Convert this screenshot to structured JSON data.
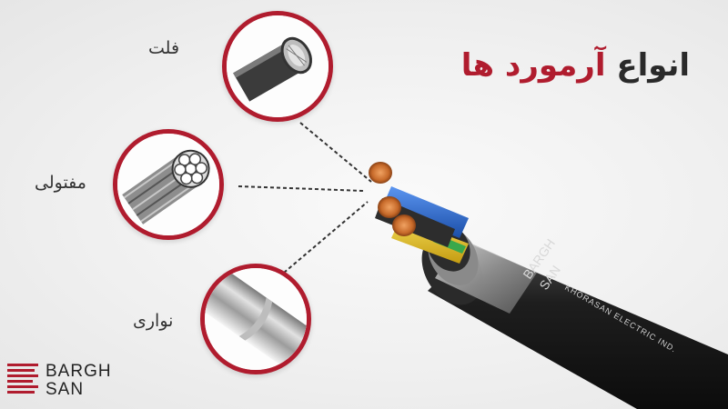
{
  "title": {
    "main": "انواع",
    "accent": "آرمورد ها"
  },
  "labels": {
    "flat": "فلت",
    "wire": "مفتولی",
    "tape": "نواری"
  },
  "cable_print": {
    "text": "KHORASAN ELECTRIC IND.",
    "brand_line1": "BARGH",
    "brand_line2": "SAN"
  },
  "logo": {
    "line1": "BARGH",
    "line2": "SAN"
  },
  "colors": {
    "accent": "#b01c2e",
    "background": "#f1f1f1",
    "cable_jacket": "#1f1f1f",
    "copper": "#d07b3a",
    "blue_core": "#2f6fd0",
    "yellow_core": "#e6c32a",
    "green_stripe": "#3aa84b"
  }
}
